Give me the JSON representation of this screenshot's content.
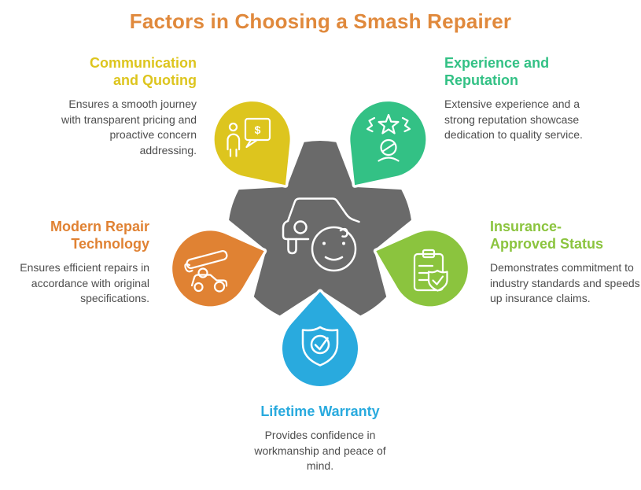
{
  "title": "Factors in Choosing a Smash Repairer",
  "colors": {
    "title_orange": "#e0893c",
    "hub_gray": "#6a6a6a",
    "text": "#4d4d4d",
    "white": "#ffffff"
  },
  "icons": {
    "dollar_glyph": "$"
  },
  "center": {
    "icon": "car-with-face-icon"
  },
  "factors": [
    {
      "id": "communication-and-quoting",
      "label": "Communication and Quoting",
      "description": "Ensures a smooth journey with transparent pricing and proactive concern addressing.",
      "color": "#ddc51e",
      "icon": "person-price-quote-bubble-icon",
      "position": "top-left"
    },
    {
      "id": "experience-and-reputation",
      "label": "Experience and Reputation",
      "description": "Extensive experience and a strong reputation showcase dedication to quality service.",
      "color": "#33c185",
      "icon": "star-rating-person-icon",
      "position": "top-right"
    },
    {
      "id": "modern-repair-technology",
      "label": "Modern Repair Technology",
      "description": "Ensures efficient repairs in accordance with original specifications.",
      "color": "#e08233",
      "icon": "car-repair-equipment-icon",
      "position": "middle-left"
    },
    {
      "id": "insurance-approved-status",
      "label": "Insurance-Approved Status",
      "description": "Demonstrates commitment to industry standards and speeds up insurance claims.",
      "color": "#8bc43e",
      "icon": "checklist-shield-icon",
      "position": "middle-right"
    },
    {
      "id": "lifetime-warranty",
      "label": "Lifetime Warranty",
      "description": "Provides confidence in workmanship and peace of mind.",
      "color": "#29aade",
      "icon": "warranty-shield-check-icon",
      "position": "bottom-center"
    }
  ]
}
